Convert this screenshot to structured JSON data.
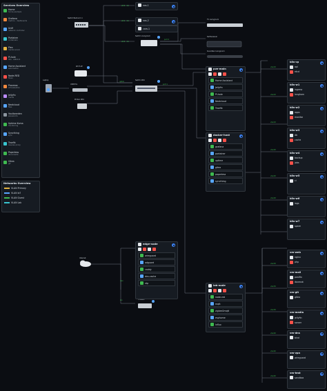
{
  "services_panel": {
    "title": "Services Overview",
    "items": [
      {
        "name": "Home",
        "sub": "home.example",
        "color": "#3fb950"
      },
      {
        "name": "Grafana",
        "sub": "metrics · dashboards",
        "color": "#f0883e"
      },
      {
        "name": "Unifi",
        "sub": "network controller",
        "color": "#58a6ff"
      },
      {
        "name": "Portainer",
        "sub": "containers",
        "color": "#39c5cf"
      },
      {
        "name": "Plex",
        "sub": "media server",
        "color": "#e3b341"
      },
      {
        "name": "Pi-hole",
        "sub": "dns · adblock",
        "color": "#f85149"
      },
      {
        "name": "Home Assistant",
        "sub": "automation",
        "color": "#58a6ff"
      },
      {
        "name": "Node-RED",
        "sub": "flows",
        "color": "#f85149"
      },
      {
        "name": "Proxmox",
        "sub": "virtualisation",
        "color": "#f0883e"
      },
      {
        "name": "Jellyfin",
        "sub": "media",
        "color": "#bc8cff"
      },
      {
        "name": "Nextcloud",
        "sub": "files",
        "color": "#58a6ff"
      },
      {
        "name": "Vaultwarden",
        "sub": "passwords",
        "color": "#8b949e"
      },
      {
        "name": "Uptime Kuma",
        "sub": "monitoring",
        "color": "#3fb950"
      },
      {
        "name": "Syncthing",
        "sub": "sync",
        "color": "#58a6ff"
      },
      {
        "name": "Traefik",
        "sub": "reverse proxy",
        "color": "#39c5cf"
      },
      {
        "name": "Paperless",
        "sub": "documents",
        "color": "#3fb950"
      },
      {
        "name": "Gitea",
        "sub": "git",
        "color": "#3fb950"
      }
    ]
  },
  "networks_panel": {
    "title": "Networks Overview",
    "items": [
      {
        "name": "VLAN Primary",
        "color": "#e3b341"
      },
      {
        "name": "VLAN IoT",
        "color": "#58a6ff"
      },
      {
        "name": "VLAN Guest",
        "color": "#3fb950"
      },
      {
        "name": "VLAN Lab",
        "color": "#39c5cf"
      }
    ]
  },
  "devices": {
    "switch_main": "Switch Bedroom 1",
    "switch_living": "Switch Livingroom",
    "switch_attic": "Switch Attic",
    "wifi_ap": "Wi-Fi AP",
    "router": "UDM Pro",
    "printer": "Printer Attic",
    "internet": "Internet",
    "fritzbox": "FritzBox",
    "laptop": "Laptop",
    "tv": "TV Livingroom",
    "sat": "Sat Receiver",
    "soundbar": "Soundbar Livingroom",
    "nas": "NAS",
    "mini": "Mini PC"
  },
  "cards": {
    "proxmox": {
      "title": "pve-main",
      "rows": [
        "Home Assistant",
        "Jellyfin",
        "Pi-hole",
        "Nextcloud",
        "Traefik"
      ]
    },
    "docker": {
      "title": "docker-host",
      "rows": [
        "grafana",
        "portainer",
        "uptime",
        "gitea",
        "paperless",
        "syncthing"
      ]
    },
    "edge": {
      "title": "edge-node",
      "rows": [
        "wireguard",
        "adguard",
        "caddy",
        "dns-cache",
        "ntp"
      ]
    },
    "lab": {
      "title": "lab-node",
      "rows": [
        "node-red",
        "mqtt",
        "zigbee2mqtt",
        "esphome",
        "influx"
      ]
    }
  },
  "right_top": [
    {
      "title": "k8s-cp",
      "rows": [
        "api",
        "etcd"
      ]
    },
    {
      "title": "k8s-w1",
      "rows": [
        "ingress",
        "longhorn"
      ]
    },
    {
      "title": "k8s-w2",
      "rows": [
        "apps",
        "monitor"
      ]
    },
    {
      "title": "k8s-w3",
      "rows": [
        "db",
        "cache"
      ]
    },
    {
      "title": "k8s-w4",
      "rows": [
        "backup",
        "jobs"
      ]
    },
    {
      "title": "k8s-w5",
      "rows": [
        "ci"
      ]
    },
    {
      "title": "k8s-w6",
      "rows": [
        "logs"
      ]
    },
    {
      "title": "k8s-w7",
      "rows": [
        "spare"
      ]
    }
  ],
  "right_bottom": [
    {
      "title": "vm-web",
      "rows": [
        "nginx",
        "php"
      ]
    },
    {
      "title": "vm-mail",
      "rows": [
        "postfix",
        "dovecot"
      ]
    },
    {
      "title": "vm-git",
      "rows": [
        "gitea"
      ]
    },
    {
      "title": "vm-media",
      "rows": [
        "jellyfin",
        "sonarr"
      ]
    },
    {
      "title": "vm-dns",
      "rows": [
        "bind"
      ]
    },
    {
      "title": "vm-vpn",
      "rows": [
        "wireguard"
      ]
    },
    {
      "title": "vm-test",
      "rows": [
        "sandbox"
      ]
    }
  ],
  "small_nodes": [
    "nas-1",
    "nas-2",
    "cam-1"
  ],
  "colors": {
    "accent": "#3b82f6",
    "bg": "#0b0d12",
    "card": "#161b22",
    "line": "#8b949e"
  }
}
